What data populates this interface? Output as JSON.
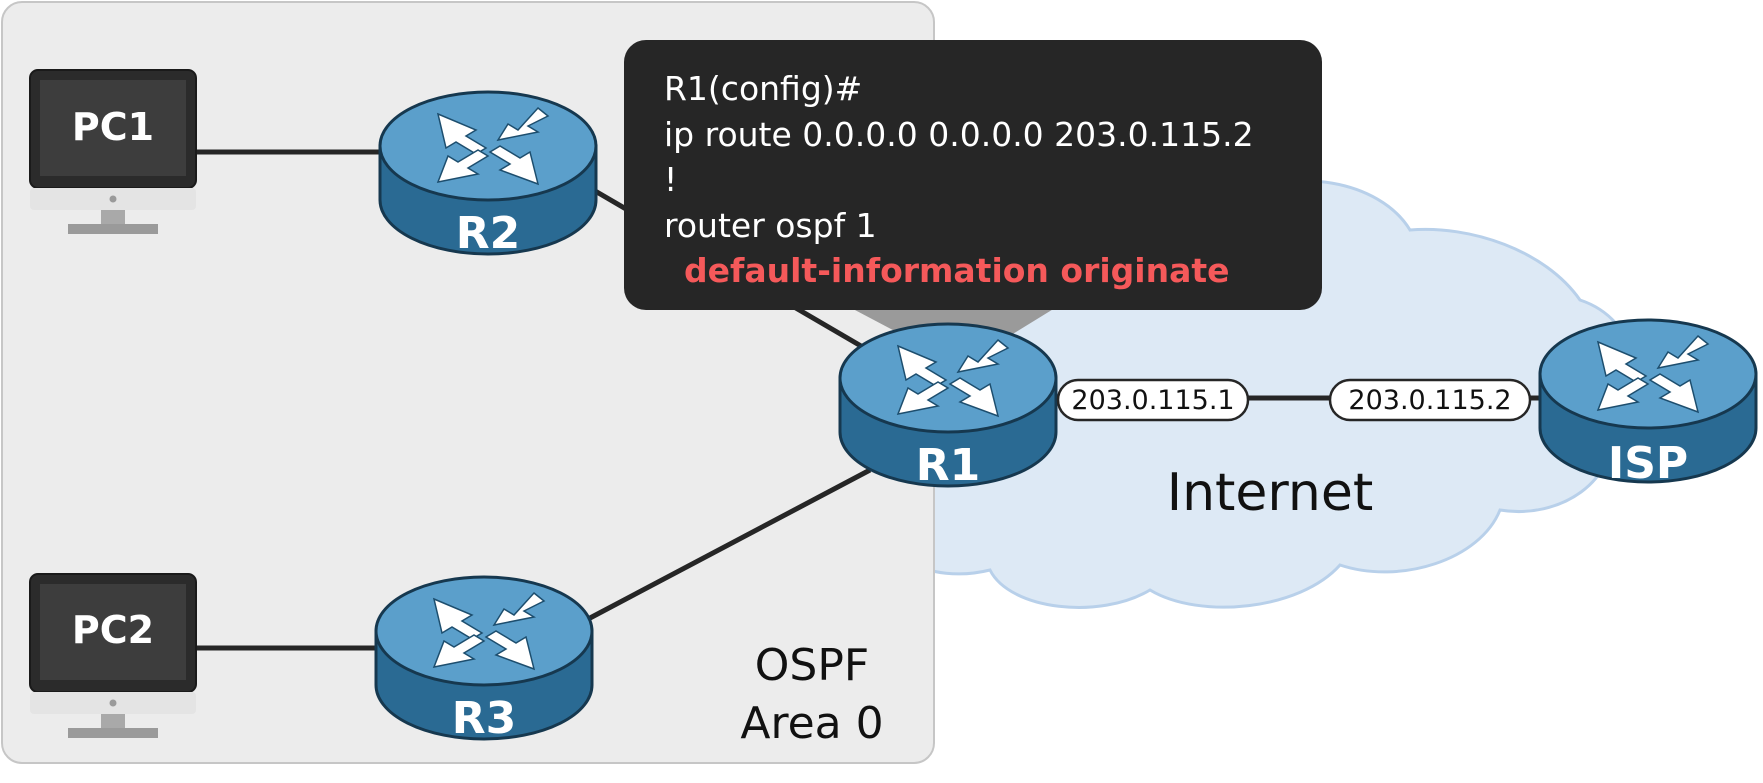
{
  "colors": {
    "ospf_area_fill": "#ececec",
    "ospf_area_border": "#c6c6c6",
    "cloud_fill": "#dde9f5",
    "cloud_border": "#b8d0ea",
    "router_top": "#5b9fcb",
    "router_side": "#2a6a93",
    "link": "#262626",
    "cli_bg": "#262626",
    "cli_text": "#ffffff",
    "cli_highlight": "#f5595a",
    "pc_screen": "#3a3a3a",
    "pc_body": "#e4e4e4"
  },
  "devices": {
    "pc1": "PC1",
    "pc2": "PC2",
    "r1": "R1",
    "r2": "R2",
    "r3": "R3",
    "isp": "ISP"
  },
  "interfaces": {
    "r1_wan_ip": "203.0.115.1",
    "isp_ip": "203.0.115.2"
  },
  "areas": {
    "ospf_line1": "OSPF",
    "ospf_line2": "Area 0",
    "internet": "Internet"
  },
  "cli": {
    "lines": [
      "R1(config)#",
      "ip route 0.0.0.0 0.0.0.0 203.0.115.2",
      "!",
      "router ospf 1"
    ],
    "highlight": "default-information originate"
  }
}
